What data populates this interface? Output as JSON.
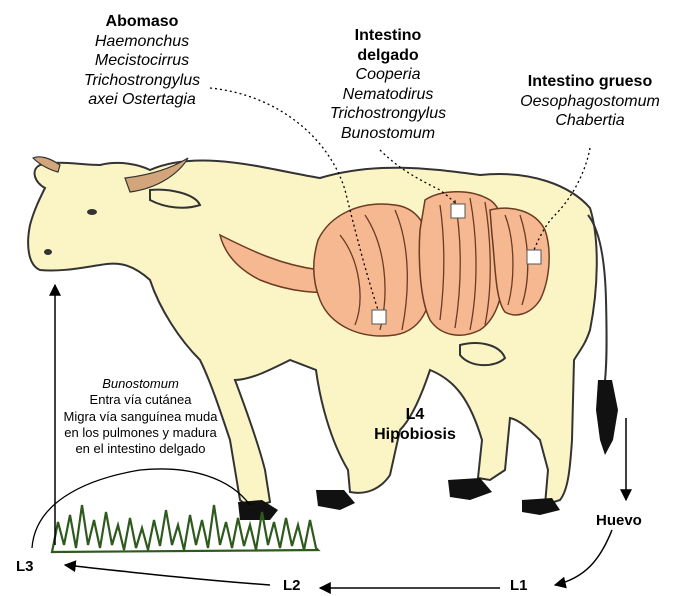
{
  "colors": {
    "cow_fill": "#fbf5c6",
    "cow_outline": "#333333",
    "gut_fill": "#f5b891",
    "gut_outline": "#6b3b22",
    "horn": "#d2a67a",
    "hoof": "#111111",
    "grass": "#2e5a1e",
    "arrow": "#000000"
  },
  "labels": {
    "abomaso": {
      "title": "Abomaso",
      "species": [
        "Haemonchus",
        "Mecistocirrus",
        "Trichostrongylus",
        "axei Ostertagia"
      ]
    },
    "intestino_delgado": {
      "title_lines": [
        "Intestino",
        "delgado"
      ],
      "species": [
        "Cooperia",
        "Nematodirus",
        "Trichostrongylus",
        "Bunostomum"
      ]
    },
    "intestino_grueso": {
      "title": "Intestino grueso",
      "species": [
        "Oesophagostomum",
        "Chabertia"
      ]
    },
    "bunostomum_note": {
      "species": "Bunostomum",
      "lines": [
        "Entra vía cutánea",
        "Migra vía sanguínea muda",
        "en los pulmones y madura",
        "en el intestino delgado"
      ]
    },
    "l4": {
      "lines": [
        "L4",
        "Hipobiosis"
      ]
    },
    "stages": {
      "huevo": "Huevo",
      "l1": "L1",
      "l2": "L2",
      "l3": "L3"
    }
  }
}
